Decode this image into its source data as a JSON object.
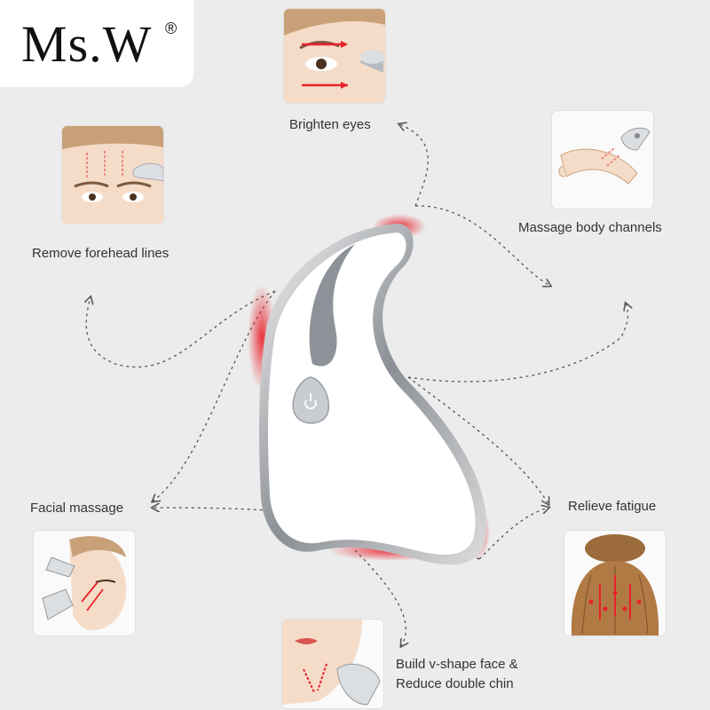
{
  "brand": {
    "name": "Ms.W",
    "mark": "®"
  },
  "benefits": {
    "brighten_eyes": "Brighten eyes",
    "forehead_lines": "Remove forehead lines",
    "body_channels": "Massage body channels",
    "facial_massage": "Facial massage",
    "relieve_fatigue": "Relieve fatigue",
    "vshape_line1": "Build v-shape face &",
    "vshape_line2": "Reduce double chin"
  },
  "colors": {
    "accent_red": "#e8202a",
    "arrow_gray": "#555555",
    "device_white": "#ffffff",
    "device_silver": "#9aa0a6"
  }
}
